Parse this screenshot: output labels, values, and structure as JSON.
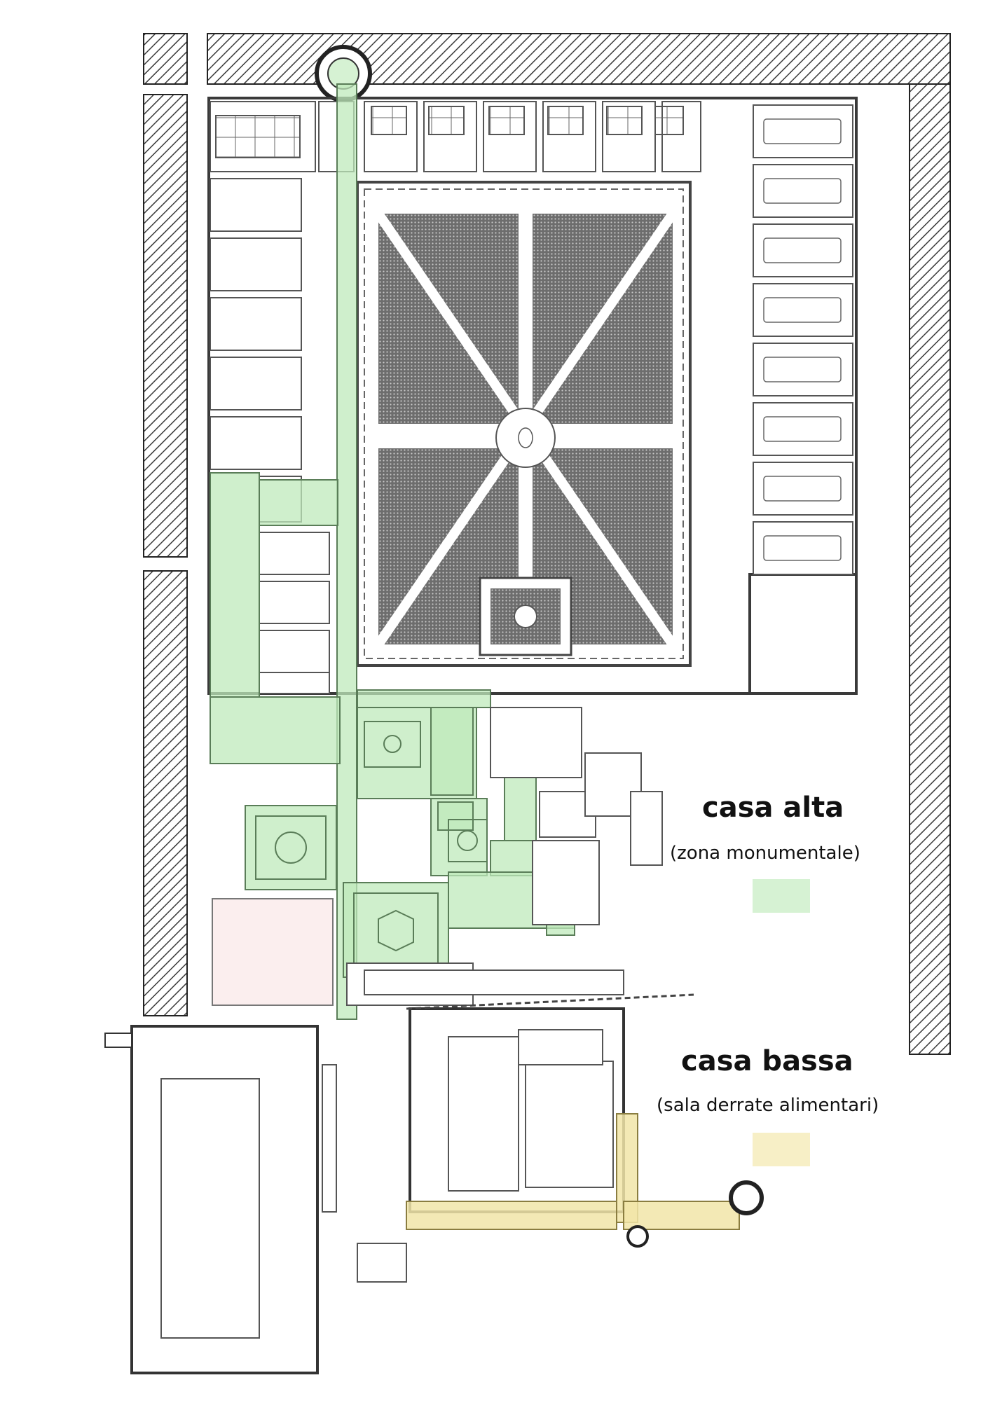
{
  "colors": {
    "casa_alta": "#d6f2d3",
    "casa_alta_overlay": "#bfe9bb",
    "casa_bassa": "#f7efc6",
    "casa_bassa_overlay": "#f1e5a8",
    "pink_area": "#fbeeee",
    "hatch": "#444444",
    "wall": "#3a3a3a",
    "courtyard_fill": "#8a8a8a"
  },
  "legend": {
    "casa_alta": {
      "title": "casa alta",
      "subtitle": "(zona monumentale)",
      "swatch_color": "#d6f2d3"
    },
    "casa_bassa": {
      "title": "casa bassa",
      "subtitle": "(sala derrate alimentari)",
      "swatch_color": "#f7efc6"
    }
  }
}
